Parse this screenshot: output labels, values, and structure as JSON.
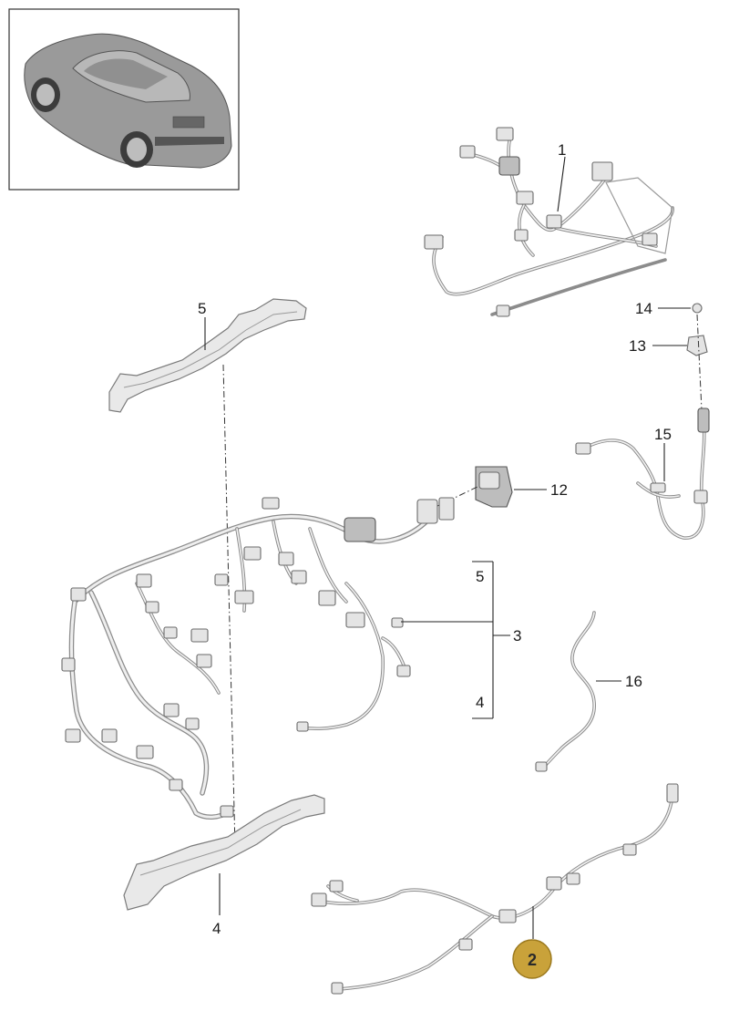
{
  "callouts": {
    "c1": "1",
    "c2": "2",
    "c3": "3",
    "c4_bottom": "4",
    "c4_group": "4",
    "c5_top": "5",
    "c5_group": "5",
    "c12": "12",
    "c13": "13",
    "c14": "14",
    "c15": "15",
    "c16": "16"
  },
  "colors": {
    "highlight_badge": "#c9a23a",
    "highlight_badge_border": "#9c7a1f",
    "part_fill": "#e6e6e6",
    "part_outline": "#8c8c8c",
    "leader_line": "#222222"
  },
  "icons": {
    "thumbnail": "car-thumbnail-icon",
    "highlight": "highlight-badge-icon"
  }
}
